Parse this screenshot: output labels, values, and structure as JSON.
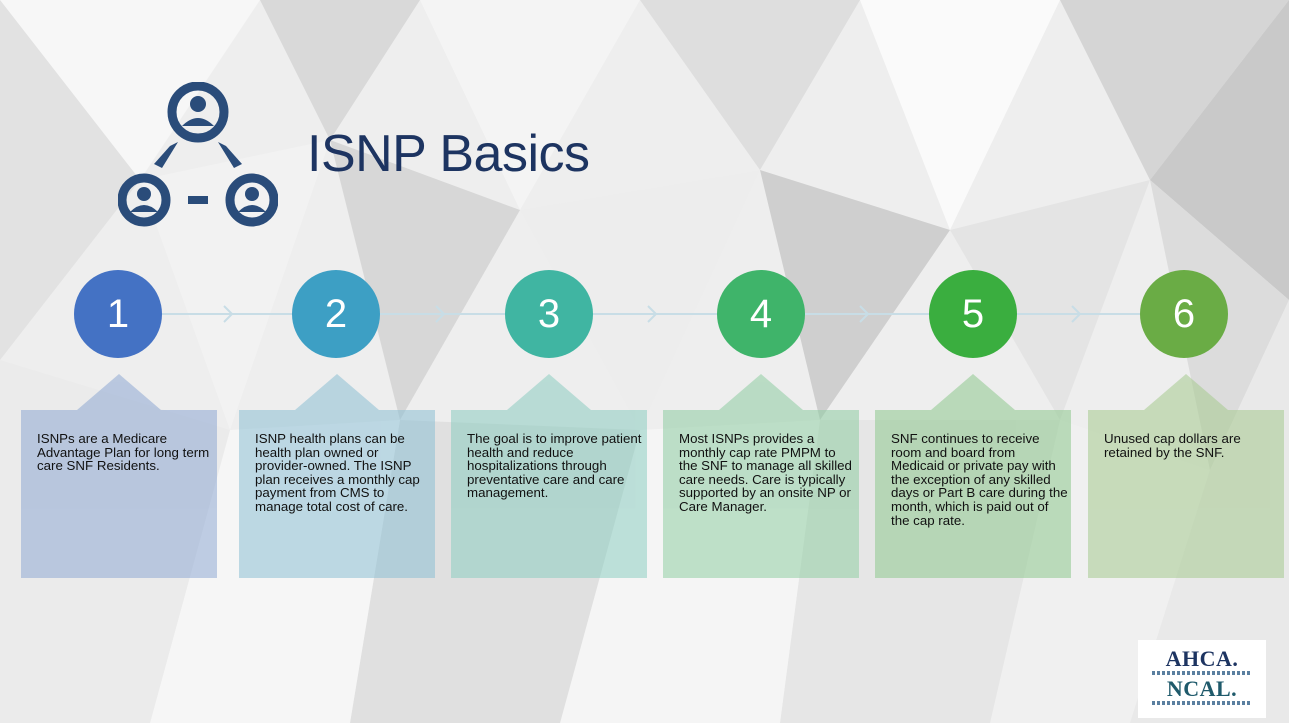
{
  "slide": {
    "title": "ISNP Basics",
    "icon": "people-network-icon"
  },
  "colors": {
    "title": "#1d3461",
    "icon": "#2a4c7a",
    "step1": "#4472c4",
    "step2": "#3d9fc4",
    "step3": "#40b5a2",
    "step4": "#3fb46a",
    "step5": "#3aae3f",
    "step6": "#6aac45"
  },
  "steps": [
    {
      "number": "1",
      "text": "ISNPs are a Medicare Advantage Plan for long term care SNF Residents."
    },
    {
      "number": "2",
      "text": "ISNP health plans can be health plan owned or provider-owned.  The ISNP plan receives a monthly cap payment from CMS to manage total cost of care."
    },
    {
      "number": "3",
      "text": "The goal is to improve patient health and reduce hospitalizations through preventative care and care management."
    },
    {
      "number": "4",
      "text": "Most ISNPs provides a monthly cap rate PMPM to the SNF to manage all skilled care needs.  Care is typically supported by an onsite NP or Care Manager."
    },
    {
      "number": "5",
      "text": "SNF continues to receive room and board from Medicaid or private pay with the exception of any skilled days or Part B care during the month, which is paid out of the cap rate."
    },
    {
      "number": "6",
      "text": "Unused cap dollars are retained by the SNF."
    }
  ],
  "logo": {
    "line1": "AHCA.",
    "line2": "NCAL."
  }
}
